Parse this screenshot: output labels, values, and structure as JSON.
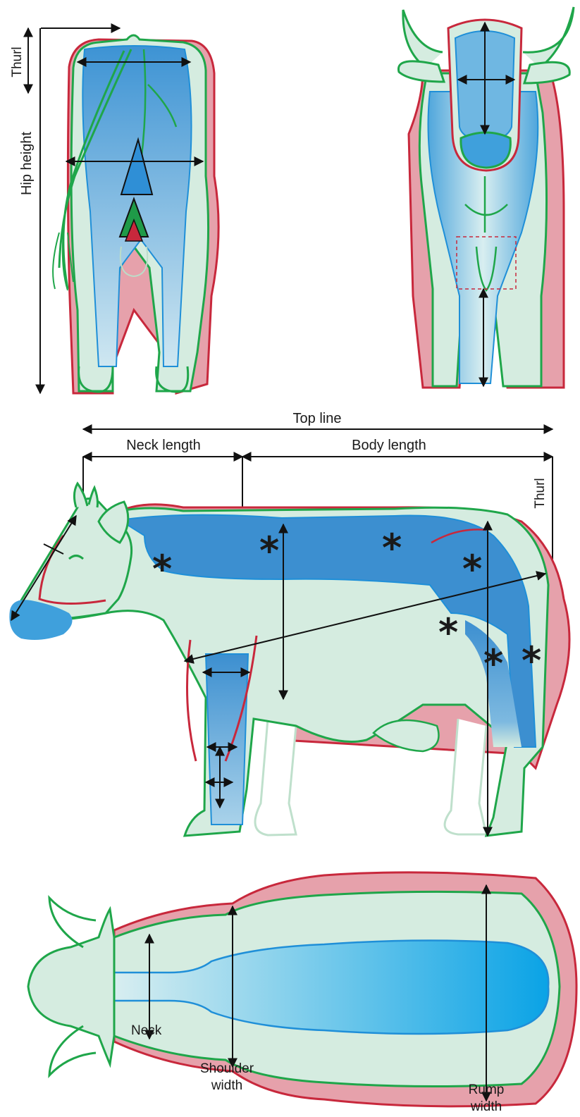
{
  "labels": {
    "thurl_rear": "Thurl",
    "hip_height": "Hip height",
    "top_line": "Top line",
    "neck_length": "Neck length",
    "body_length": "Body length",
    "thurl_side": "Thurl",
    "neck": "Neck",
    "shoulder_width_1": "Shoulder",
    "shoulder_width_2": "width",
    "rump_width_1": "Rump",
    "rump_width_2": "width"
  },
  "markers": {
    "asterisk": "*"
  },
  "colors": {
    "outline_green": "#1fa64a",
    "outline_red": "#c8283c",
    "body_fill": "#d5ece0",
    "muscle_blue": "#3c9ad6",
    "shadow_pink": "#e6a1ab",
    "arrow": "#111111"
  }
}
